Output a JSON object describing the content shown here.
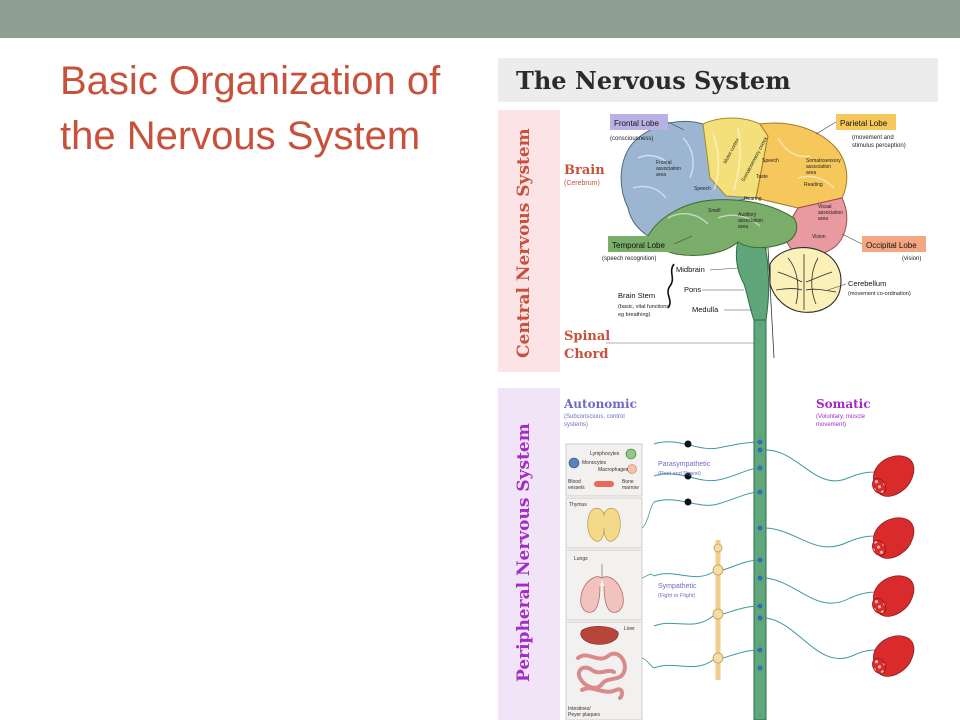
{
  "slide": {
    "title_line1": "Basic Organization of",
    "title_line2": "the Nervous System"
  },
  "figure": {
    "title": "The Nervous System",
    "cns_label": "Central Nervous System",
    "pns_label": "Peripheral Nervous System",
    "brain": {
      "label": "Brain",
      "sub": "(Cerebrum)"
    },
    "spinal": {
      "line1": "Spinal",
      "line2": "Chord"
    },
    "lobes": {
      "frontal": {
        "label": "Frontal Lobe",
        "sub": "(consciousness)"
      },
      "parietal": {
        "label": "Parietal Lobe",
        "sub1": "(movement and",
        "sub2": "stimulus perception)"
      },
      "temporal": {
        "label": "Temporal Lobe",
        "sub": "(speech recognition)"
      },
      "occipital": {
        "label": "Occipital Lobe",
        "sub": "(vision)"
      }
    },
    "brain_areas": {
      "frontal_assoc1": "Frontal",
      "frontal_assoc2": "association",
      "frontal_assoc3": "area",
      "motor_cortex": "Motor cortex",
      "somatosensory_cortex": "Somatosensory cortex",
      "speech_top": "Speech",
      "taste": "Taste",
      "speech_left": "Speech",
      "hearing": "Hearing",
      "smell": "Smell",
      "auditory1": "Auditory",
      "auditory2": "association",
      "auditory3": "area",
      "soma_assoc1": "Somatosensory",
      "soma_assoc2": "association",
      "soma_assoc3": "area",
      "reading": "Reading",
      "visual1": "Visual",
      "visual2": "association",
      "visual3": "area",
      "vision": "Vision"
    },
    "brainstem": {
      "midbrain": "Midbrain",
      "pons": "Pons",
      "medulla": "Medulla",
      "label": "Brain Stem",
      "sub1": "(basic, vital functions",
      "sub2": "eg breathing)"
    },
    "cerebellum": {
      "label": "Cerebellum",
      "sub": "(movement co-ordination)"
    },
    "autonomic": {
      "label": "Autonomic",
      "sub1": "(Subconscious, control",
      "sub2": "systems)"
    },
    "somatic": {
      "label": "Somatic",
      "sub1": "(Voluntary, muscle",
      "sub2": "movement)"
    },
    "parasympathetic": {
      "label": "Parasympathetic",
      "sub": "(Rest and Digest)"
    },
    "sympathetic": {
      "label": "Sympathetic",
      "sub": "(Fight or Flight)"
    },
    "organs": {
      "lymphocytes": "Lymphocytes",
      "monocytes": "Monocytes",
      "macrophages": "Macrophages",
      "blood1": "Blood",
      "blood2": "vessels",
      "bone1": "Bone",
      "bone2": "marrow",
      "thymus": "Thymus",
      "lungs": "Lungs",
      "liver": "Liver",
      "intestines1": "Intestines/",
      "intestines2": "Peyer plaques"
    },
    "colors": {
      "cns_band": "#fbe3e6",
      "pns_band": "#f1e4f7",
      "title_band": "#ececec",
      "brain_label": "#c8513b",
      "autonomic": "#6e6ac8",
      "somatic": "#a32cc4",
      "spinal_cord": "#5fa67b",
      "nerve": "#3d9aa0"
    }
  }
}
